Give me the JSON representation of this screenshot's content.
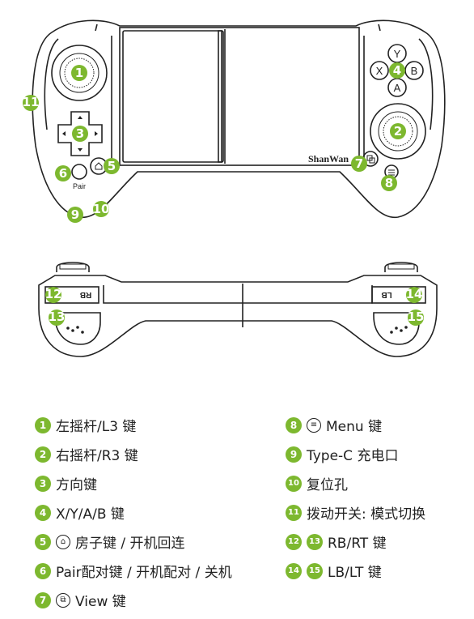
{
  "diagram": {
    "brand_label": "ShanWan",
    "pair_label": "Pair",
    "face_buttons": {
      "y": "Y",
      "x": "X",
      "b": "B",
      "a": "A"
    },
    "badge_color": "#7db82f",
    "callouts": [
      "1",
      "2",
      "3",
      "4",
      "5",
      "6",
      "7",
      "8",
      "9",
      "10",
      "11",
      "12",
      "13",
      "14",
      "15"
    ],
    "shoulder_labels": {
      "rb": "RB",
      "lb": "LB"
    }
  },
  "legend": {
    "left": [
      {
        "num": "1",
        "text": "左摇杆/L3 键"
      },
      {
        "num": "2",
        "text": "右摇杆/R3 键"
      },
      {
        "num": "3",
        "text": "方向键"
      },
      {
        "num": "4",
        "text": "X/Y/A/B 键"
      },
      {
        "num": "5",
        "icon": "home-icon",
        "text": "房子键 / 开机回连"
      },
      {
        "num": "6",
        "text": "Pair配对键 / 开机配对 / 关机"
      },
      {
        "num": "7",
        "icon": "view-icon",
        "text": "View 键"
      }
    ],
    "right": [
      {
        "num": "8",
        "icon": "menu-icon",
        "text": "Menu 键"
      },
      {
        "num": "9",
        "text": "Type-C 充电口"
      },
      {
        "num": "10",
        "text": "复位孔"
      },
      {
        "num": "11",
        "text": "拨动开关: 模式切换"
      },
      {
        "nums": [
          "12",
          "13"
        ],
        "text": "RB/RT 键"
      },
      {
        "nums": [
          "14",
          "15"
        ],
        "text": "LB/LT 键"
      }
    ]
  }
}
